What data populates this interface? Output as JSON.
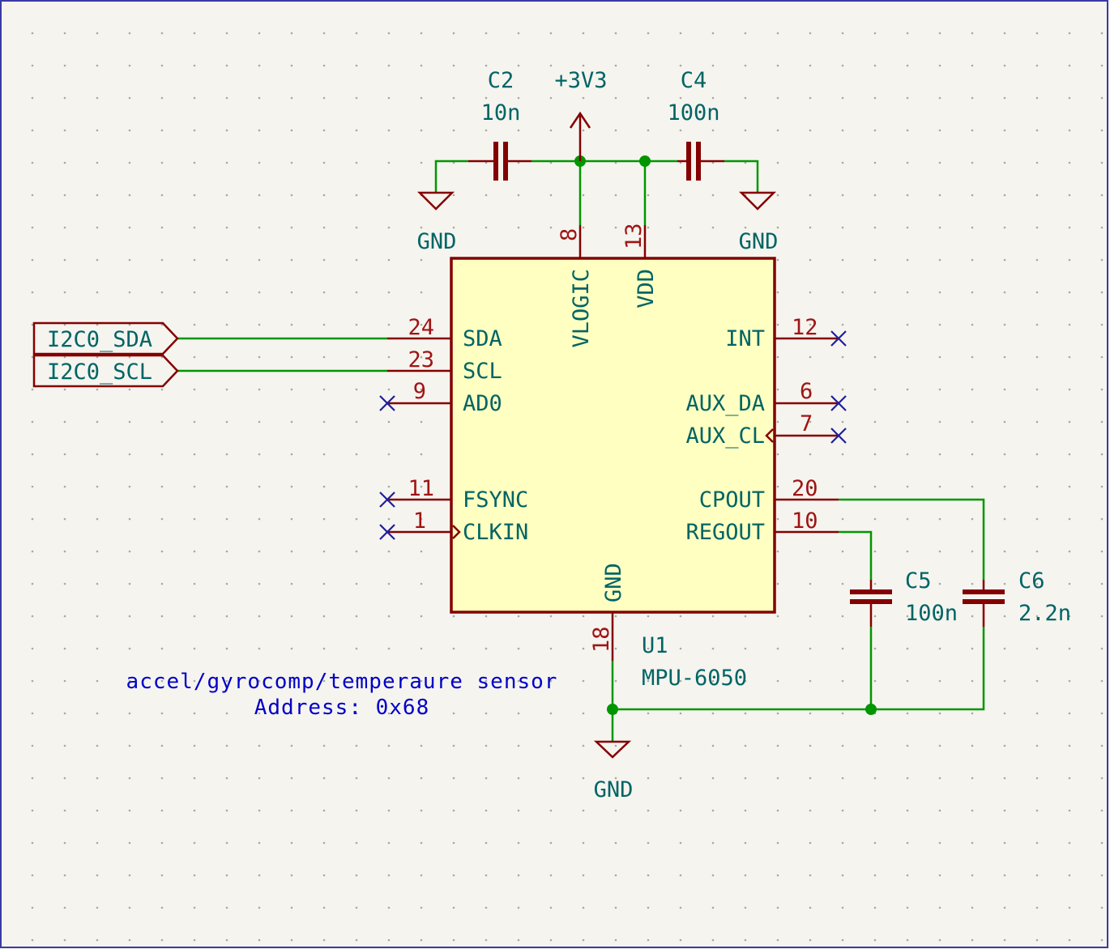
{
  "colors": {
    "background": "#f5f4ef",
    "wire": "#009600",
    "component_outline": "#840000",
    "component_fill": "#ffffc2",
    "label_text": "#006464",
    "pin_number": "#a01414",
    "note_text": "#0000c8",
    "no_connect": "#1e1e9c",
    "frame": "#3a3aa8"
  },
  "power": {
    "plus3v3": "+3V3",
    "gnd_left": "GND",
    "gnd_right": "GND",
    "gnd_bottom": "GND"
  },
  "capacitors": {
    "c2": {
      "ref": "C2",
      "value": "10n"
    },
    "c4": {
      "ref": "C4",
      "value": "100n"
    },
    "c5": {
      "ref": "C5",
      "value": "100n"
    },
    "c6": {
      "ref": "C6",
      "value": "2.2n"
    }
  },
  "ic": {
    "ref": "U1",
    "value": "MPU-6050",
    "pins": {
      "sda": {
        "name": "SDA",
        "num": "24"
      },
      "scl": {
        "name": "SCL",
        "num": "23"
      },
      "ad0": {
        "name": "AD0",
        "num": "9"
      },
      "fsync": {
        "name": "FSYNC",
        "num": "11"
      },
      "clkin": {
        "name": "CLKIN",
        "num": "1"
      },
      "int": {
        "name": "INT",
        "num": "12"
      },
      "aux_da": {
        "name": "AUX_DA",
        "num": "6"
      },
      "aux_cl": {
        "name": "AUX_CL",
        "num": "7"
      },
      "cpout": {
        "name": "CPOUT",
        "num": "20"
      },
      "regout": {
        "name": "REGOUT",
        "num": "10"
      },
      "vlogic": {
        "name": "VLOGIC",
        "num": "8"
      },
      "vdd": {
        "name": "VDD",
        "num": "13"
      },
      "gnd": {
        "name": "GND",
        "num": "18"
      }
    }
  },
  "labels": {
    "sda": "I2C0_SDA",
    "scl": "I2C0_SCL"
  },
  "note": {
    "line1": "accel/gyrocomp/temperaure sensor",
    "line2": "Address: 0x68"
  }
}
